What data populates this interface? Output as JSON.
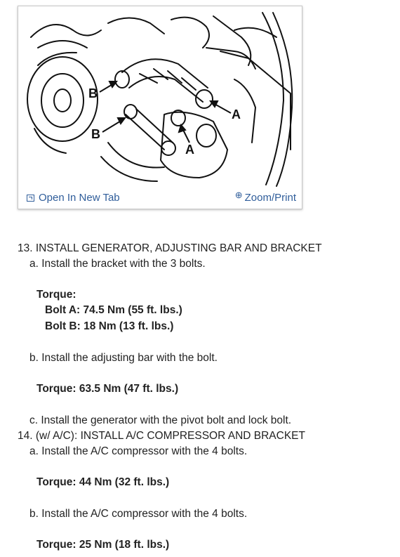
{
  "figure": {
    "callout_labels": [
      "B",
      "A",
      "B",
      "A"
    ],
    "open_tab_label": "Open In New Tab",
    "zoom_print_label": "Zoom/Print"
  },
  "steps": {
    "s13_title": "13. INSTALL GENERATOR, ADJUSTING BAR AND BRACKET",
    "s13a": "a. Install the bracket with the 3 bolts.",
    "s13a_torque_heading": "Torque:",
    "s13a_bolt_a": "Bolt A: 74.5 Nm (55 ft. lbs.)",
    "s13a_bolt_b": "Bolt B: 18 Nm (13 ft. lbs.)",
    "s13b": "b. Install the adjusting bar with the bolt.",
    "s13b_torque": "Torque: 63.5 Nm (47 ft. lbs.)",
    "s13c": "c. Install the generator with the pivot bolt and lock bolt.",
    "s14_title": "14. (w/ A/C): INSTALL A/C COMPRESSOR AND BRACKET",
    "s14a": "a. Install the A/C compressor with the 4 bolts.",
    "s14a_torque": "Torque: 44 Nm (32 ft. lbs.)",
    "s14b": "b. Install the A/C compressor with the 4 bolts.",
    "s14b_torque": "Torque: 25 Nm (18 ft. lbs.)"
  }
}
